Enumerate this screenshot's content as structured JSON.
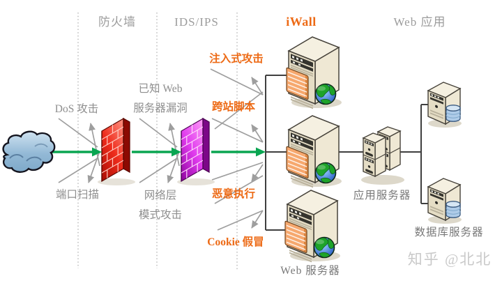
{
  "zones": {
    "firewall": "防火墙",
    "ids_ips": "IDS/IPS",
    "iwall": "iWall",
    "web_app": "Web 应用"
  },
  "attacks_blocked_by_firewall": {
    "dos": "DoS 攻击",
    "port_scan": "端口扫描"
  },
  "attacks_blocked_by_ids": {
    "known_web_l1": "已知 Web",
    "known_web_l2": "服务器漏洞",
    "net_layer_l1": "网络层",
    "net_layer_l2": "模式攻击"
  },
  "attacks_blocked_by_iwall": {
    "injection": "注入式攻击",
    "xss": "跨站脚本",
    "malicious_exec": "恶意执行",
    "cookie_forgery": "Cookie 假冒"
  },
  "servers": {
    "web": "Web 服务器",
    "app": "应用服务器",
    "db": "数据库服务器"
  },
  "watermark": "知乎 @北北",
  "colors": {
    "orange_accent": "#ed6a15",
    "label_gray": "#8e8e8e",
    "header_gray": "#9c9c9c",
    "flow_green": "#0aa551",
    "firewall_red": "#e03020",
    "ids_magenta": "#dd3bea",
    "server_beige": "#ece4cd",
    "connector_dark": "#3f3f3f",
    "watermark_gray": "#c9c9c9"
  },
  "icons": {
    "internet": "cloud-icon",
    "firewall": "red-brick-wall-icon",
    "ids_ips": "magenta-brick-wall-icon",
    "web_server": "tower-server-globe-icon",
    "app_server": "dual-tower-server-icon",
    "db_server": "tower-server-database-icon",
    "flow": "green-arrow-icon",
    "deflect": "gray-deflect-arrow-icon"
  }
}
